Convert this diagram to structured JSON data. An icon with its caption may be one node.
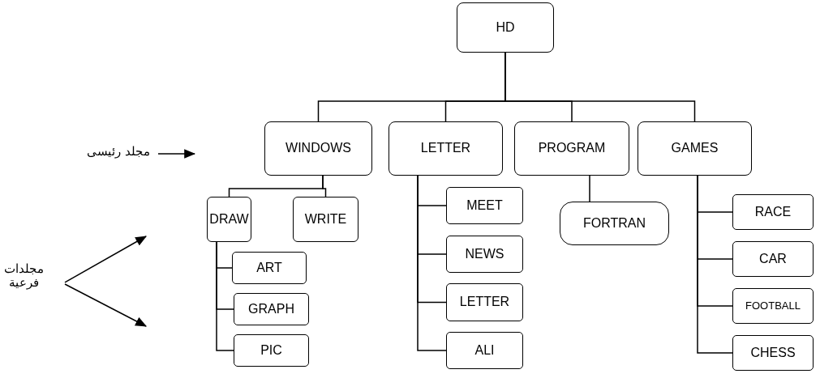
{
  "diagram": {
    "nodes": [
      {
        "text": [
          "HD"
        ]
      },
      {
        "text": [
          "WINDOWS"
        ]
      },
      {
        "text": [
          "LETTER"
        ]
      },
      {
        "text": [
          "PROGRAM"
        ]
      },
      {
        "text": [
          "GAMES"
        ]
      },
      {
        "text": [
          "DRAW"
        ]
      },
      {
        "text": [
          "WRITE"
        ]
      },
      {
        "text": [
          "ART"
        ]
      },
      {
        "text": [
          "GRAPH"
        ]
      },
      {
        "text": [
          "PIC"
        ]
      },
      {
        "text": [
          "MEET"
        ]
      },
      {
        "text": [
          "NEWS"
        ]
      },
      {
        "text": [
          "LETTER"
        ]
      },
      {
        "text": [
          "ALI"
        ]
      },
      {
        "text": [
          "FORTRAN"
        ]
      },
      {
        "text": [
          "RACE"
        ]
      },
      {
        "text": [
          "CAR"
        ]
      },
      {
        "text": [
          "FOOTBALL"
        ]
      },
      {
        "text": [
          "CHESS"
        ]
      },
      {
        "text": [
          "مجلد رئيسى"
        ]
      },
      {
        "text": [
          "مجلدات فرعية"
        ]
      }
    ],
    "edges": [
      {
        "from": 0,
        "to": 1,
        "arrow": "none"
      },
      {
        "from": 0,
        "to": 2,
        "arrow": "none"
      },
      {
        "from": 0,
        "to": 3,
        "arrow": "none"
      },
      {
        "from": 0,
        "to": 4,
        "arrow": "none"
      },
      {
        "from": 1,
        "to": 5,
        "arrow": "none"
      },
      {
        "from": 1,
        "to": 6,
        "arrow": "none"
      },
      {
        "from": 5,
        "to": 7,
        "arrow": "none"
      },
      {
        "from": 5,
        "to": 8,
        "arrow": "none"
      },
      {
        "from": 5,
        "to": 9,
        "arrow": "none"
      },
      {
        "from": 2,
        "to": 10,
        "arrow": "none"
      },
      {
        "from": 2,
        "to": 11,
        "arrow": "none"
      },
      {
        "from": 2,
        "to": 12,
        "arrow": "none"
      },
      {
        "from": 2,
        "to": 13,
        "arrow": "none"
      },
      {
        "from": 3,
        "to": 14,
        "arrow": "none"
      },
      {
        "from": 4,
        "to": 15,
        "arrow": "none"
      },
      {
        "from": 4,
        "to": 16,
        "arrow": "none"
      },
      {
        "from": 4,
        "to": 17,
        "arrow": "none"
      },
      {
        "from": 4,
        "to": 18,
        "arrow": "none"
      },
      {
        "from": 19,
        "to": null,
        "arrow": "to"
      },
      {
        "from": 20,
        "to": null,
        "arrow": "to"
      },
      {
        "from": 20,
        "to": null,
        "arrow": "to"
      }
    ]
  }
}
